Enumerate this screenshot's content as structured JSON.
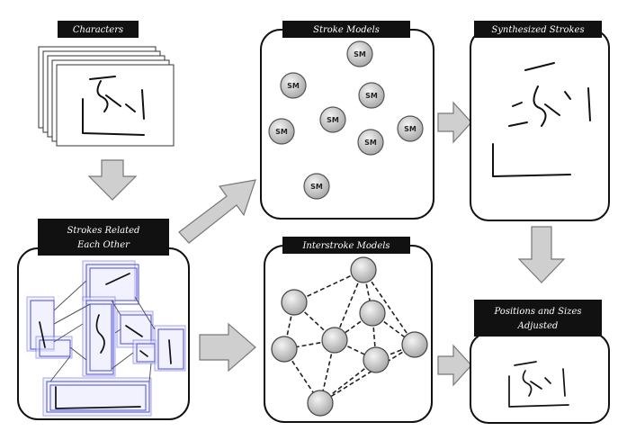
{
  "labels": {
    "characters": "Characters",
    "stroke_models": "Stroke Models",
    "synthesized_strokes": "Synthesized Strokes",
    "strokes_related_line1": "Strokes Related",
    "strokes_related_line2": "Each Other",
    "interstroke_models": "Interstroke Models",
    "positions_line1": "Positions and Sizes",
    "positions_line2": "Adjusted"
  },
  "sm_nodes": [
    "SM",
    "SM",
    "SM",
    "SM",
    "SM",
    "SM",
    "SM",
    "SM"
  ],
  "colors": {
    "label_background": "#111111",
    "arrow_fill": "#cfcfcf",
    "node_fill": "#c8c8c8",
    "stroke_box_blue": "#5a5ae0"
  }
}
